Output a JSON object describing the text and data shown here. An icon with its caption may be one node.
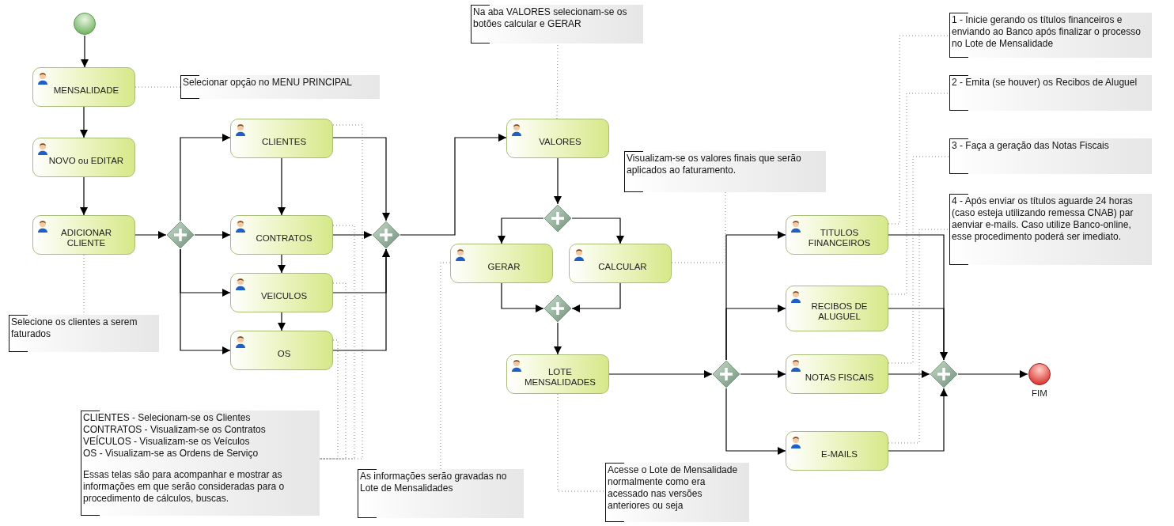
{
  "diagram": {
    "nodes": [
      {
        "text": [],
        "shape": "circle"
      },
      {
        "text": [
          "MENSALIDADE"
        ]
      },
      {
        "text": [
          "NOVO ou EDITAR"
        ]
      },
      {
        "text": [
          "ADICIONAR CLIENTE"
        ]
      },
      {
        "text": [],
        "shape": "diamond"
      },
      {
        "text": [
          "CLIENTES"
        ]
      },
      {
        "text": [
          "CONTRATOS"
        ]
      },
      {
        "text": [
          "VEICULOS"
        ]
      },
      {
        "text": [
          "OS"
        ]
      },
      {
        "text": [],
        "shape": "diamond"
      },
      {
        "text": [
          "VALORES"
        ]
      },
      {
        "text": [],
        "shape": "diamond"
      },
      {
        "text": [
          "GERAR"
        ]
      },
      {
        "text": [
          "CALCULAR"
        ]
      },
      {
        "text": [],
        "shape": "diamond"
      },
      {
        "text": [
          "LOTE MENSALIDADES"
        ]
      },
      {
        "text": [],
        "shape": "diamond"
      },
      {
        "text": [
          "TITULOS FINANCEIROS"
        ]
      },
      {
        "text": [
          "RECIBOS DE ALUGUEL"
        ]
      },
      {
        "text": [
          "NOTAS FISCAIS"
        ]
      },
      {
        "text": [
          "E-MAILS"
        ]
      },
      {
        "text": [],
        "shape": "diamond"
      },
      {
        "text": [],
        "shape": "circle",
        "beside": [
          "FIM"
        ]
      },
      {
        "text": [
          "Selecionar opção no MENU PRINCIPAL"
        ]
      },
      {
        "text": [
          "Selecione os clientes a serem faturados"
        ]
      },
      {
        "text": [
          "CLIENTES - Selecionam-se os Clientes",
          "CONTRATOS - Visualizam-se os Contratos",
          "VEÍCULOS - Visualizam-se os Veículos",
          "OS - Visualizam-se as Ordens de Serviço",
          "Essas telas são para acompanhar e mostrar as informações em que serão consideradas para o procedimento de cálculos, buscas."
        ]
      },
      {
        "text": [
          "As informações serão gravadas no Lote de Mensalidades"
        ]
      },
      {
        "text": [
          "Na aba VALORES selecionam-se os botões calcular e GERAR"
        ]
      },
      {
        "text": [
          "Visualizam-se os valores finais que serão aplicados ao faturamento."
        ]
      },
      {
        "text": [
          "Acesse o Lote de Mensalidade  normalmente como era acessado nas versões anteriores ou seja"
        ]
      },
      {
        "text": [
          "1 - Inicie gerando os títulos financeiros e enviando ao Banco após finalizar o processo no Lote de Mensalidade"
        ]
      },
      {
        "text": [
          "2 - Emita (se houver) os Recibos de Aluguel"
        ]
      },
      {
        "text": [
          "3 - Faça a geração das Notas Fiscais"
        ]
      },
      {
        "text": [
          "4 - Após enviar os títulos aguarde 24 horas (caso esteja utilizando remessa CNAB) par aenviar e-mails. Caso utilize Banco-online, esse procedimento poderá ser imediato."
        ]
      }
    ],
    "edges": [
      {
        "from": 0,
        "to": 1,
        "arrow": "to"
      },
      {
        "from": 1,
        "to": 2,
        "arrow": "to"
      },
      {
        "from": 2,
        "to": 3,
        "arrow": "to"
      },
      {
        "from": 3,
        "to": 4,
        "arrow": "to"
      },
      {
        "from": 4,
        "to": 5,
        "arrow": "to"
      },
      {
        "from": 4,
        "to": 6,
        "arrow": "to"
      },
      {
        "from": 4,
        "to": 7,
        "arrow": "to"
      },
      {
        "from": 4,
        "to": 8,
        "arrow": "to"
      },
      {
        "from": 5,
        "to": 6,
        "arrow": "to"
      },
      {
        "from": 6,
        "to": 7,
        "arrow": "to"
      },
      {
        "from": 7,
        "to": 8,
        "arrow": "to"
      },
      {
        "from": 5,
        "to": 9,
        "arrow": "to"
      },
      {
        "from": 6,
        "to": 9,
        "arrow": "to"
      },
      {
        "from": 7,
        "to": 9,
        "arrow": "to"
      },
      {
        "from": 8,
        "to": 9,
        "arrow": "to"
      },
      {
        "from": 9,
        "to": 10,
        "arrow": "to"
      },
      {
        "from": 10,
        "to": 11,
        "arrow": "to"
      },
      {
        "from": 11,
        "to": 12,
        "arrow": "to"
      },
      {
        "from": 11,
        "to": 13,
        "arrow": "to"
      },
      {
        "from": 12,
        "to": 14,
        "arrow": "to"
      },
      {
        "from": 13,
        "to": 14,
        "arrow": "to"
      },
      {
        "from": 14,
        "to": 15,
        "arrow": "to"
      },
      {
        "from": 15,
        "to": 16,
        "arrow": "to"
      },
      {
        "from": 16,
        "to": 17,
        "arrow": "to"
      },
      {
        "from": 16,
        "to": 18,
        "arrow": "to"
      },
      {
        "from": 16,
        "to": 19,
        "arrow": "to"
      },
      {
        "from": 16,
        "to": 20,
        "arrow": "to"
      },
      {
        "from": 17,
        "to": 21,
        "arrow": "to"
      },
      {
        "from": 18,
        "to": 21,
        "arrow": "to"
      },
      {
        "from": 19,
        "to": 21,
        "arrow": "to"
      },
      {
        "from": 20,
        "to": 21,
        "arrow": "to"
      },
      {
        "from": 21,
        "to": 22,
        "arrow": "to"
      },
      {
        "from": 1,
        "to": 23,
        "arrow": "none",
        "style": "dashed",
        "color": "#808080"
      },
      {
        "from": 3,
        "to": 24,
        "arrow": "none",
        "style": "dashed",
        "color": "#808080"
      },
      {
        "from": 5,
        "to": 25,
        "arrow": "none",
        "style": "dashed",
        "color": "#808080"
      },
      {
        "from": 6,
        "to": 25,
        "arrow": "none",
        "style": "dashed",
        "color": "#808080"
      },
      {
        "from": 7,
        "to": 25,
        "arrow": "none",
        "style": "dashed",
        "color": "#808080"
      },
      {
        "from": 8,
        "to": 25,
        "arrow": "none",
        "style": "dashed",
        "color": "#808080"
      },
      {
        "from": 12,
        "to": 26,
        "arrow": "none",
        "style": "dashed",
        "color": "#808080"
      },
      {
        "from": 10,
        "to": 27,
        "arrow": "none",
        "style": "dashed",
        "color": "#808080"
      },
      {
        "from": 13,
        "to": 28,
        "arrow": "none",
        "style": "dashed",
        "color": "#808080"
      },
      {
        "from": 15,
        "to": 29,
        "arrow": "none",
        "style": "dashed",
        "color": "#808080"
      },
      {
        "from": 17,
        "to": 30,
        "arrow": "none",
        "style": "dashed",
        "color": "#808080"
      },
      {
        "from": 18,
        "to": 31,
        "arrow": "none",
        "style": "dashed",
        "color": "#808080"
      },
      {
        "from": 19,
        "to": 32,
        "arrow": "none",
        "style": "dashed",
        "color": "#808080"
      },
      {
        "from": 20,
        "to": 33,
        "arrow": "none",
        "style": "dashed",
        "color": "#808080"
      }
    ]
  }
}
